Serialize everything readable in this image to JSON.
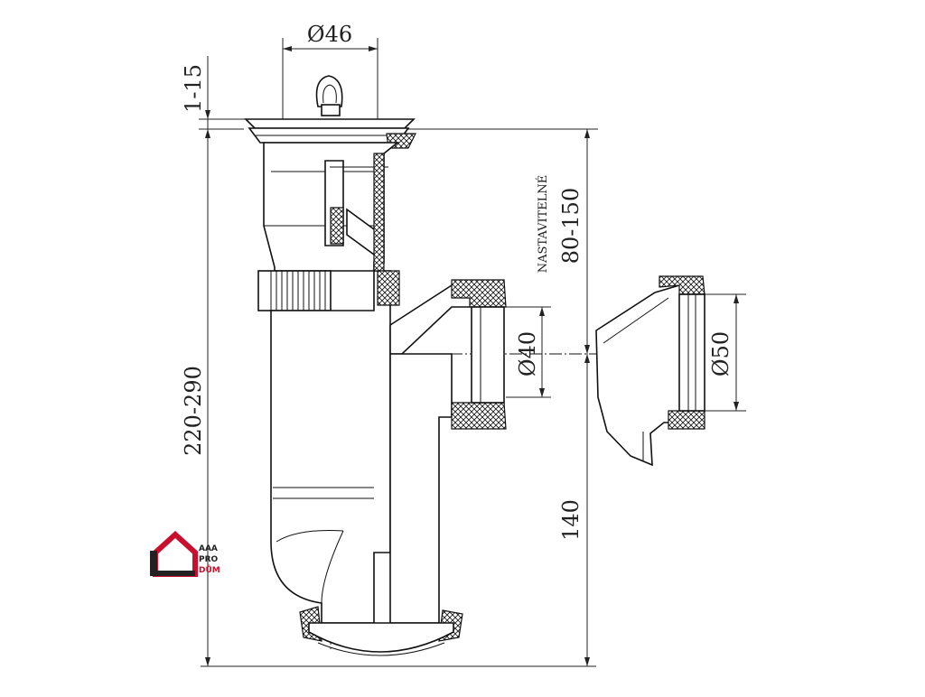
{
  "dimensions": {
    "strainer_diameter": "Ø46",
    "rim_height": "1-15",
    "overall_height": "220-290",
    "adjustable_note": "NASTAVITELNÉ",
    "adjustable_range": "80-150",
    "bottom_height": "140",
    "outlet_diameter": "Ø40",
    "adapter_diameter": "Ø50"
  },
  "logo": {
    "line1": "AAA",
    "line2": "PRO",
    "line3": "DŮM",
    "colors": {
      "house": "#c8102e",
      "outline": "#222222",
      "text": "#222222"
    }
  }
}
